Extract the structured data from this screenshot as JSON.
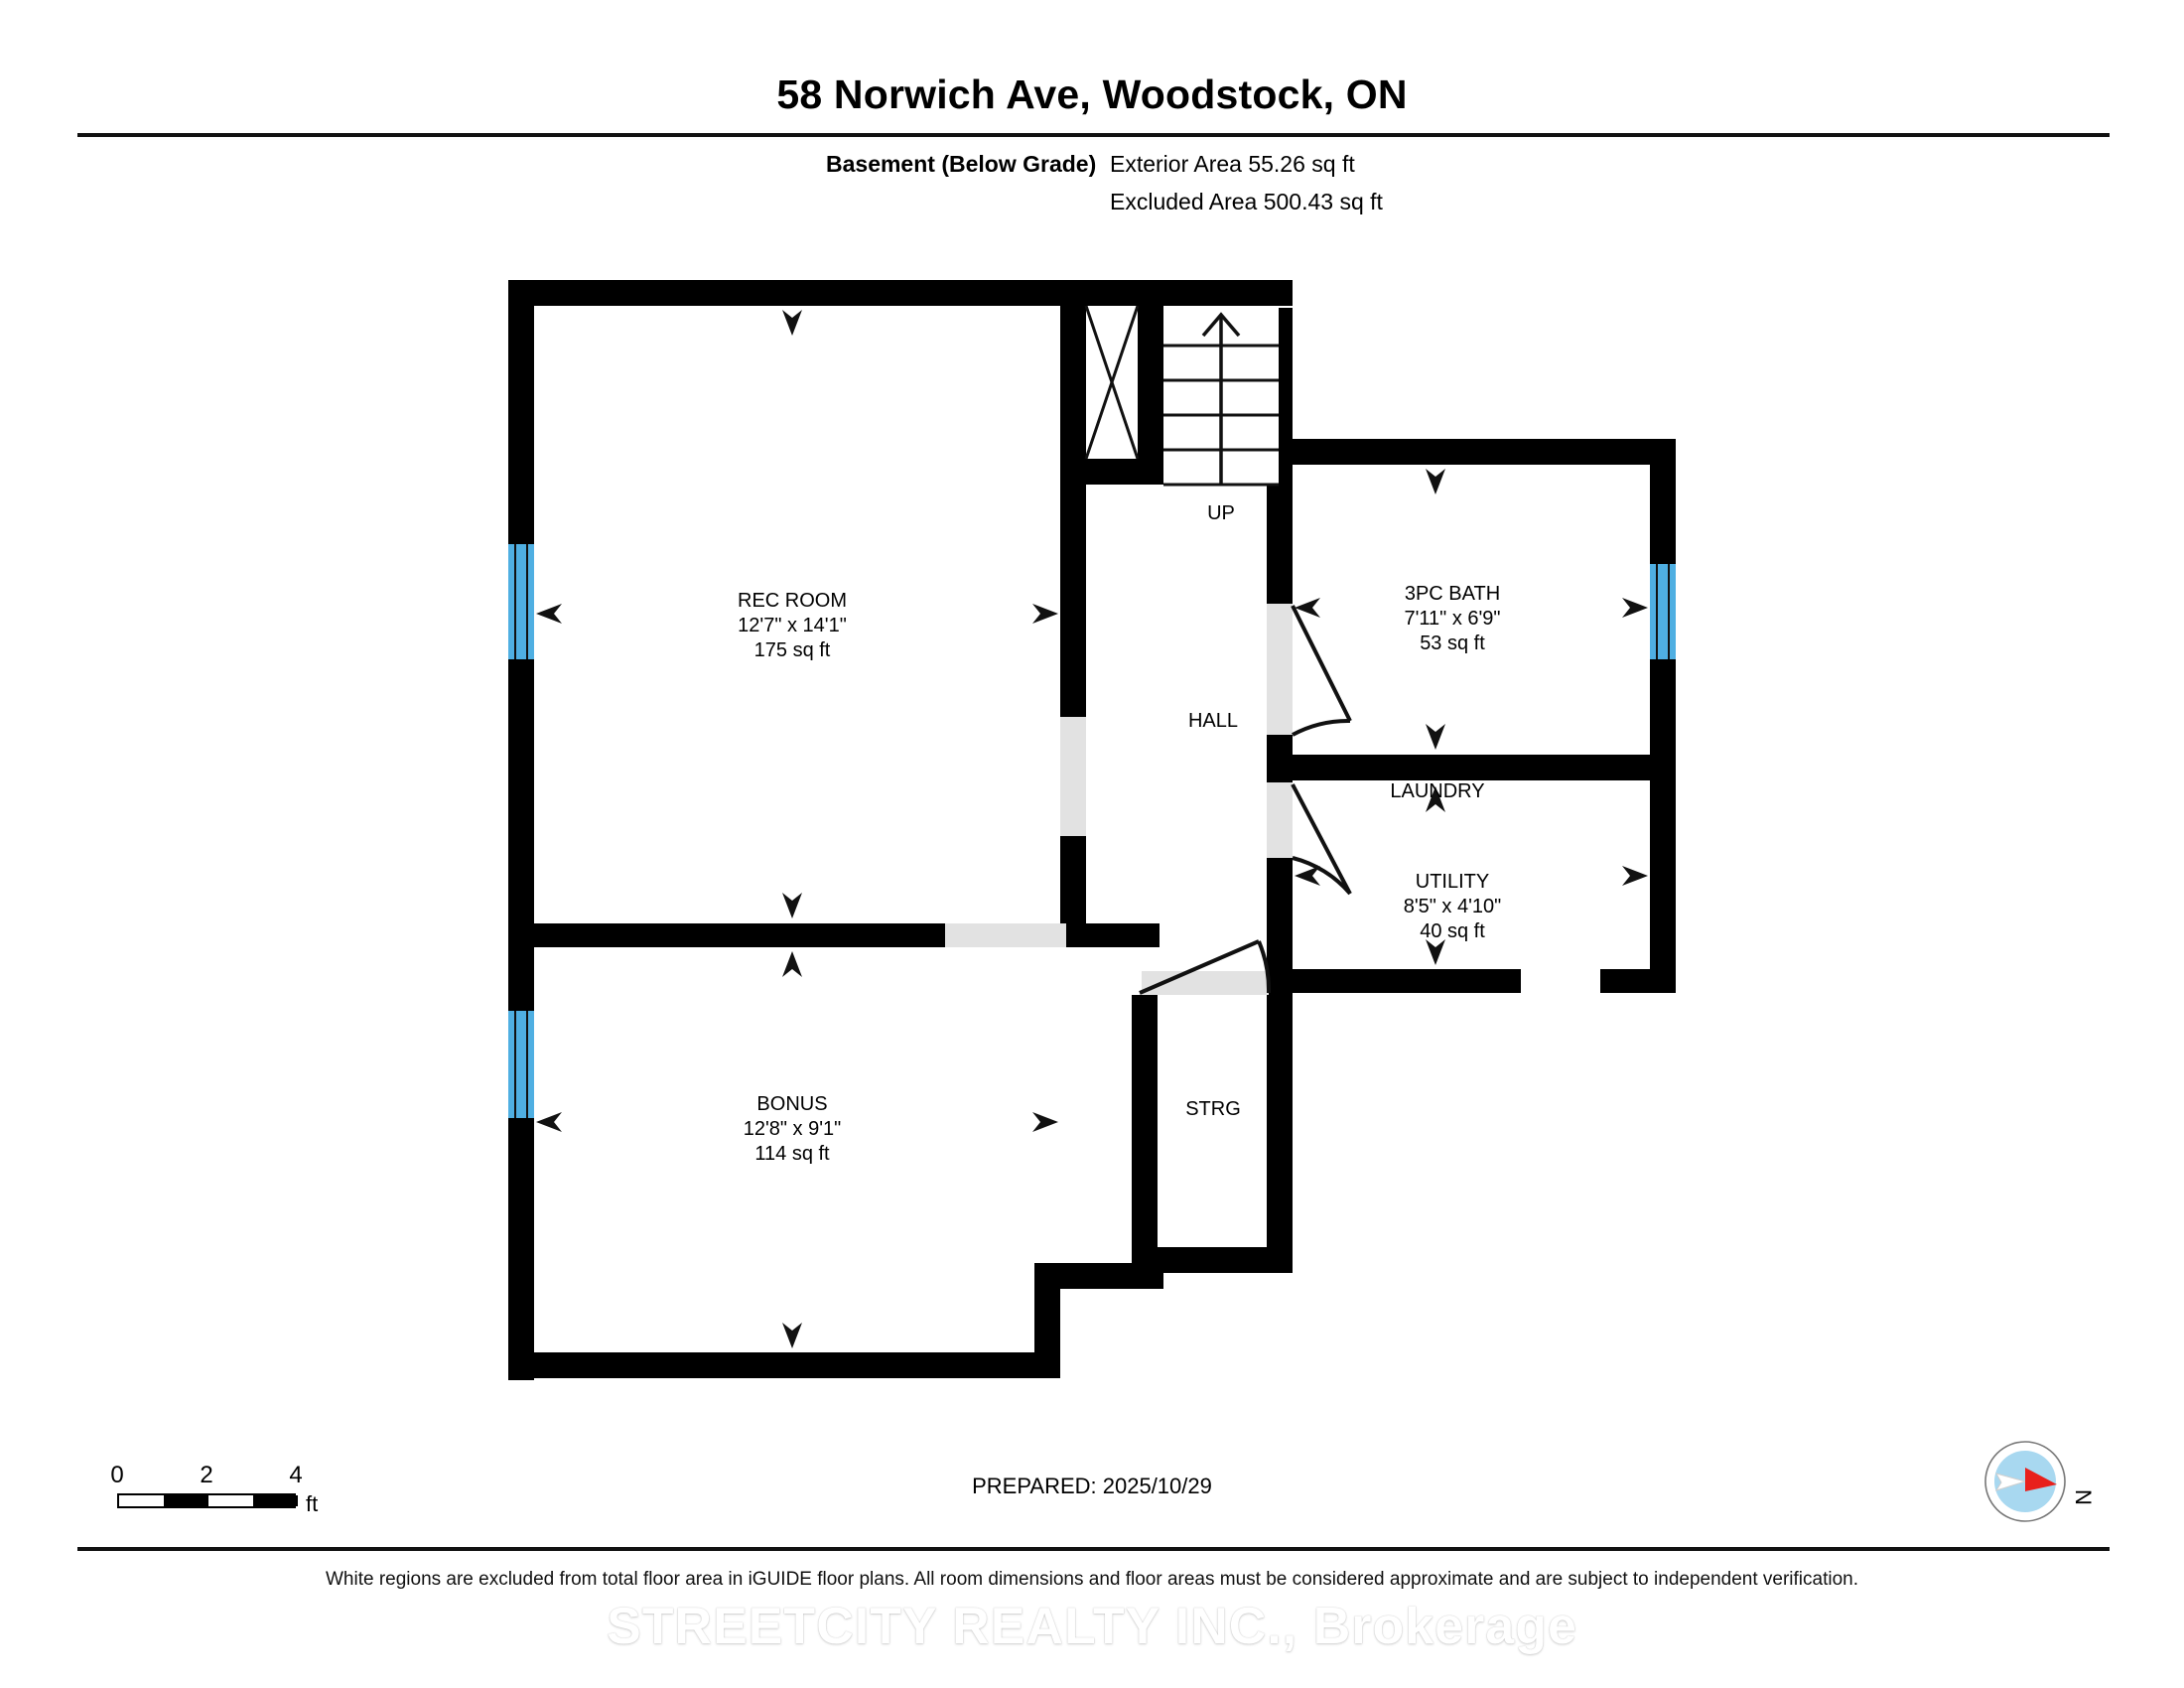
{
  "header": {
    "title": "58 Norwich Ave, Woodstock, ON",
    "floor_label": "Basement (Below Grade)",
    "exterior_area": "Exterior Area 55.26 sq ft",
    "excluded_area": "Excluded Area 500.43 sq ft"
  },
  "rooms": [
    {
      "id": "rec-room",
      "name": "REC ROOM",
      "dimensions": "12'7\" x 14'1\"",
      "area": "175 sq ft"
    },
    {
      "id": "bonus",
      "name": "BONUS",
      "dimensions": "12'8\" x 9'1\"",
      "area": "114 sq ft"
    },
    {
      "id": "bath",
      "name": "3PC BATH",
      "dimensions": "7'11\" x 6'9\"",
      "area": "53 sq ft"
    },
    {
      "id": "utility",
      "name": "UTILITY",
      "dimensions": "8'5\" x 4'10\"",
      "area": "40 sq ft"
    },
    {
      "id": "hall",
      "name": "HALL",
      "dimensions": "",
      "area": ""
    },
    {
      "id": "laundry",
      "name": "LAUNDRY",
      "dimensions": "",
      "area": ""
    },
    {
      "id": "strg",
      "name": "STRG",
      "dimensions": "",
      "area": ""
    },
    {
      "id": "stairs",
      "name": "UP",
      "dimensions": "",
      "area": ""
    }
  ],
  "scale": {
    "ticks": [
      "0",
      "2",
      "4"
    ],
    "unit": "ft"
  },
  "footer": {
    "prepared": "PREPARED: 2025/10/29",
    "compass_label": "N",
    "disclaimer": "White regions are excluded from total floor area in iGUIDE floor plans. All room dimensions and floor areas must be considered approximate and are subject to independent verification.",
    "watermark": "STREETCITY REALTY INC., Brokerage"
  },
  "colors": {
    "wall": "#000000",
    "window": "#4FAFE2",
    "door_opening": "#E2E2E2",
    "compass_disc": "#A8D8F0",
    "compass_needle": "#E8201C"
  }
}
